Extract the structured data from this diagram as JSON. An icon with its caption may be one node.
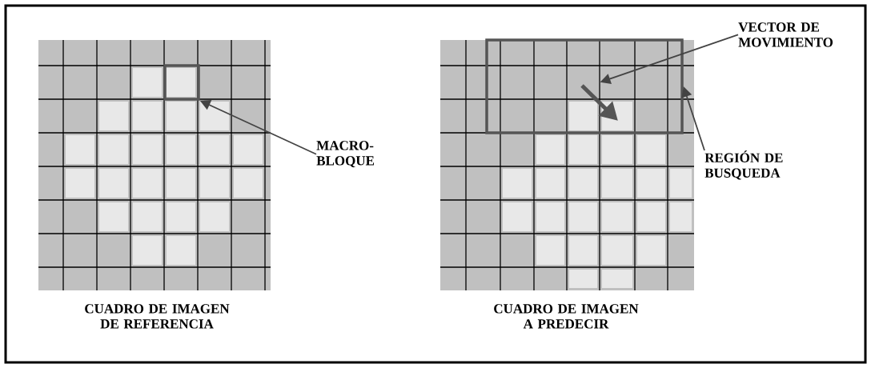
{
  "diagram": {
    "nodes": [
      {
        "text": [
          "MACRO- BLOQUE"
        ]
      },
      {
        "text": [],
        "shape": "box"
      },
      {
        "text": [
          "VECTOR DE MOVIMIENTO"
        ]
      },
      {
        "text": [],
        "shape": "arrow",
        "in": 5
      },
      {
        "text": [
          "REGIÓN DE BUSQUEDA"
        ]
      },
      {
        "text": [],
        "shape": "box"
      }
    ],
    "edges": [
      {
        "from": 0,
        "to": 1,
        "arrow": "to"
      },
      {
        "from": 2,
        "to": 3,
        "arrow": "to"
      },
      {
        "from": 4,
        "to": 5,
        "arrow": "to"
      }
    ],
    "labels": [
      "CUADRO DE IMAGEN DE REFERENCIA",
      "CUADRO DE IMAGEN A PREDECIR"
    ]
  }
}
